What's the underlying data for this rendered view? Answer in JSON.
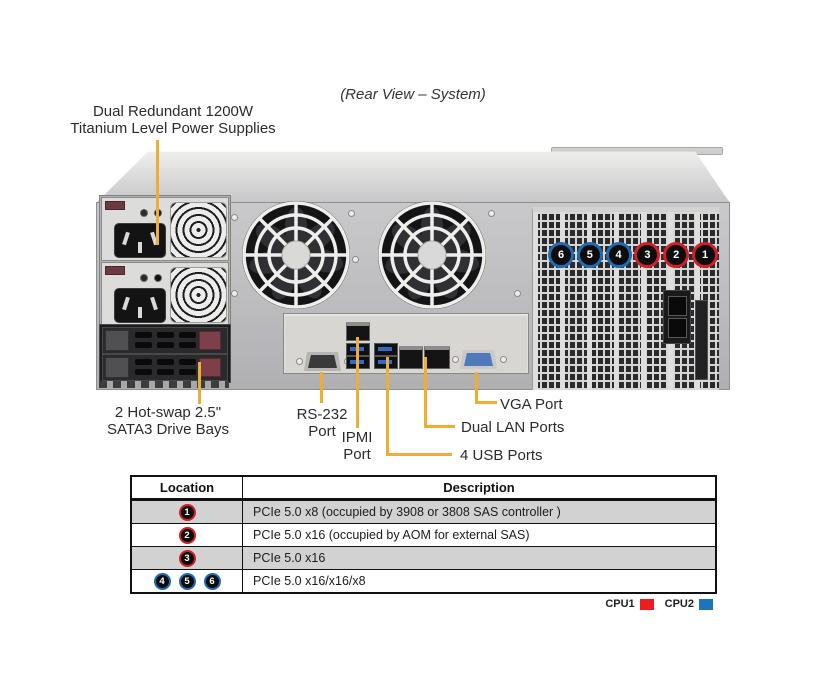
{
  "title": {
    "text": "(Rear View – System)"
  },
  "callouts": {
    "psu": {
      "line1": "Dual Redundant 1200W",
      "line2": "Titanium Level Power Supplies"
    },
    "drive_bays": {
      "line1": "2 Hot-swap 2.5\"",
      "line2": "SATA3 Drive Bays"
    },
    "rs232": {
      "line1": "RS-232",
      "line2": "Port"
    },
    "ipmi": {
      "line1": "IPMI",
      "line2": "Port"
    },
    "vga": {
      "label": "VGA Port"
    },
    "lan": {
      "label": "Dual LAN Ports"
    },
    "usb": {
      "label": "4 USB Ports"
    }
  },
  "slot_markers": [
    {
      "label": "6",
      "cpu": "CPU2"
    },
    {
      "label": "5",
      "cpu": "CPU2"
    },
    {
      "label": "4",
      "cpu": "CPU2"
    },
    {
      "label": "3",
      "cpu": "CPU1"
    },
    {
      "label": "2",
      "cpu": "CPU1"
    },
    {
      "label": "1",
      "cpu": "CPU1"
    }
  ],
  "table": {
    "headers": [
      "Location",
      "Description"
    ],
    "rows": [
      {
        "markers": [
          {
            "label": "1",
            "cpu": "CPU1"
          }
        ],
        "description": "PCIe 5.0 x8 (occupied by 3908 or 3808 SAS controller )"
      },
      {
        "markers": [
          {
            "label": "2",
            "cpu": "CPU1"
          }
        ],
        "description": "PCIe 5.0 x16 (occupied by AOM for external SAS)"
      },
      {
        "markers": [
          {
            "label": "3",
            "cpu": "CPU1"
          }
        ],
        "description": "PCIe 5.0 x16"
      },
      {
        "markers": [
          {
            "label": "4",
            "cpu": "CPU2"
          },
          {
            "label": "5",
            "cpu": "CPU2"
          },
          {
            "label": "6",
            "cpu": "CPU2"
          }
        ],
        "description": "PCIe 5.0 x16/x16/x8"
      }
    ]
  },
  "legend": {
    "items": [
      {
        "label": "CPU1",
        "color": "#ec1c24"
      },
      {
        "label": "CPU2",
        "color": "#1b75bc"
      }
    ]
  },
  "colors": {
    "callout_line": "#f0ad33",
    "cpu1_ring": "#cf2027",
    "cpu2_ring": "#1e6cb0",
    "marker_fill": "#0c0c0c",
    "row_shade": "#d2d2d2",
    "row_plain": "#ffffff"
  }
}
